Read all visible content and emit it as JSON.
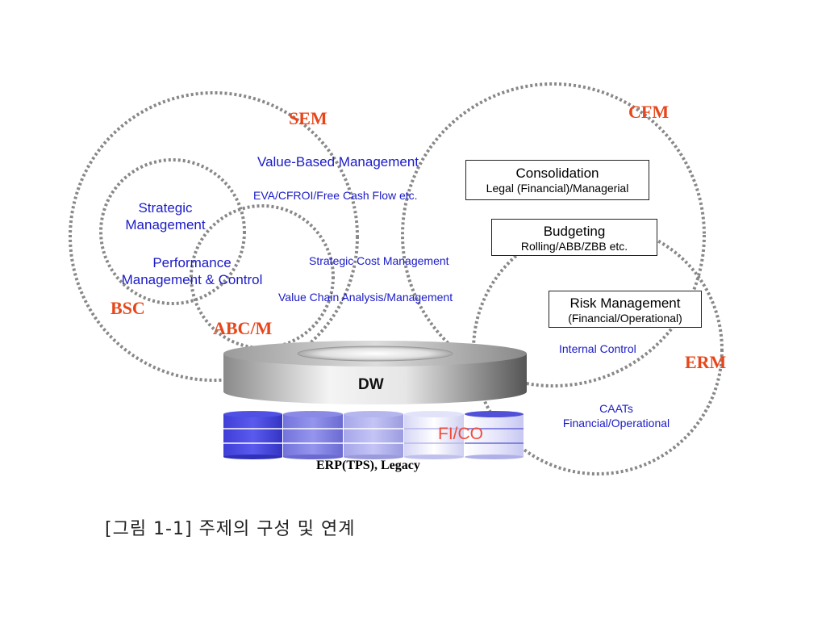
{
  "circles": {
    "sem": "SEM",
    "cfm": "CFM",
    "bsc": "BSC",
    "abcm": "ABC/M",
    "erm": "ERM"
  },
  "sem_items": {
    "vbm": "Value-Based Management",
    "eva": "EVA/CFROI/Free Cash Flow etc.",
    "scm": "Strategic Cost Management",
    "vca": "Value Chain Analysis/Management"
  },
  "bsc_items": {
    "strategic_1": "Strategic",
    "strategic_2": "Management",
    "perf_1": "Performance",
    "perf_2": "Management & Control"
  },
  "cfm_boxes": {
    "consolidation_title": "Consolidation",
    "consolidation_sub": "Legal (Financial)/Managerial",
    "budgeting_title": "Budgeting",
    "budgeting_sub": "Rolling/ABB/ZBB etc."
  },
  "erm_items": {
    "risk_title": "Risk Management",
    "risk_sub": "(Financial/Operational)",
    "internal_control": "Internal Control",
    "caats_1": "CAATs",
    "caats_2": "Financial/Operational"
  },
  "dw_label": "DW",
  "fico_label": "FI/CO",
  "erp_label": "ERP(TPS), Legacy",
  "caption": "[그림 1-1] 주제의 구성 및 연계",
  "colors": {
    "label_red": "#e8461a",
    "text_blue": "#1a1ac8",
    "circle_gray": "#888888"
  }
}
